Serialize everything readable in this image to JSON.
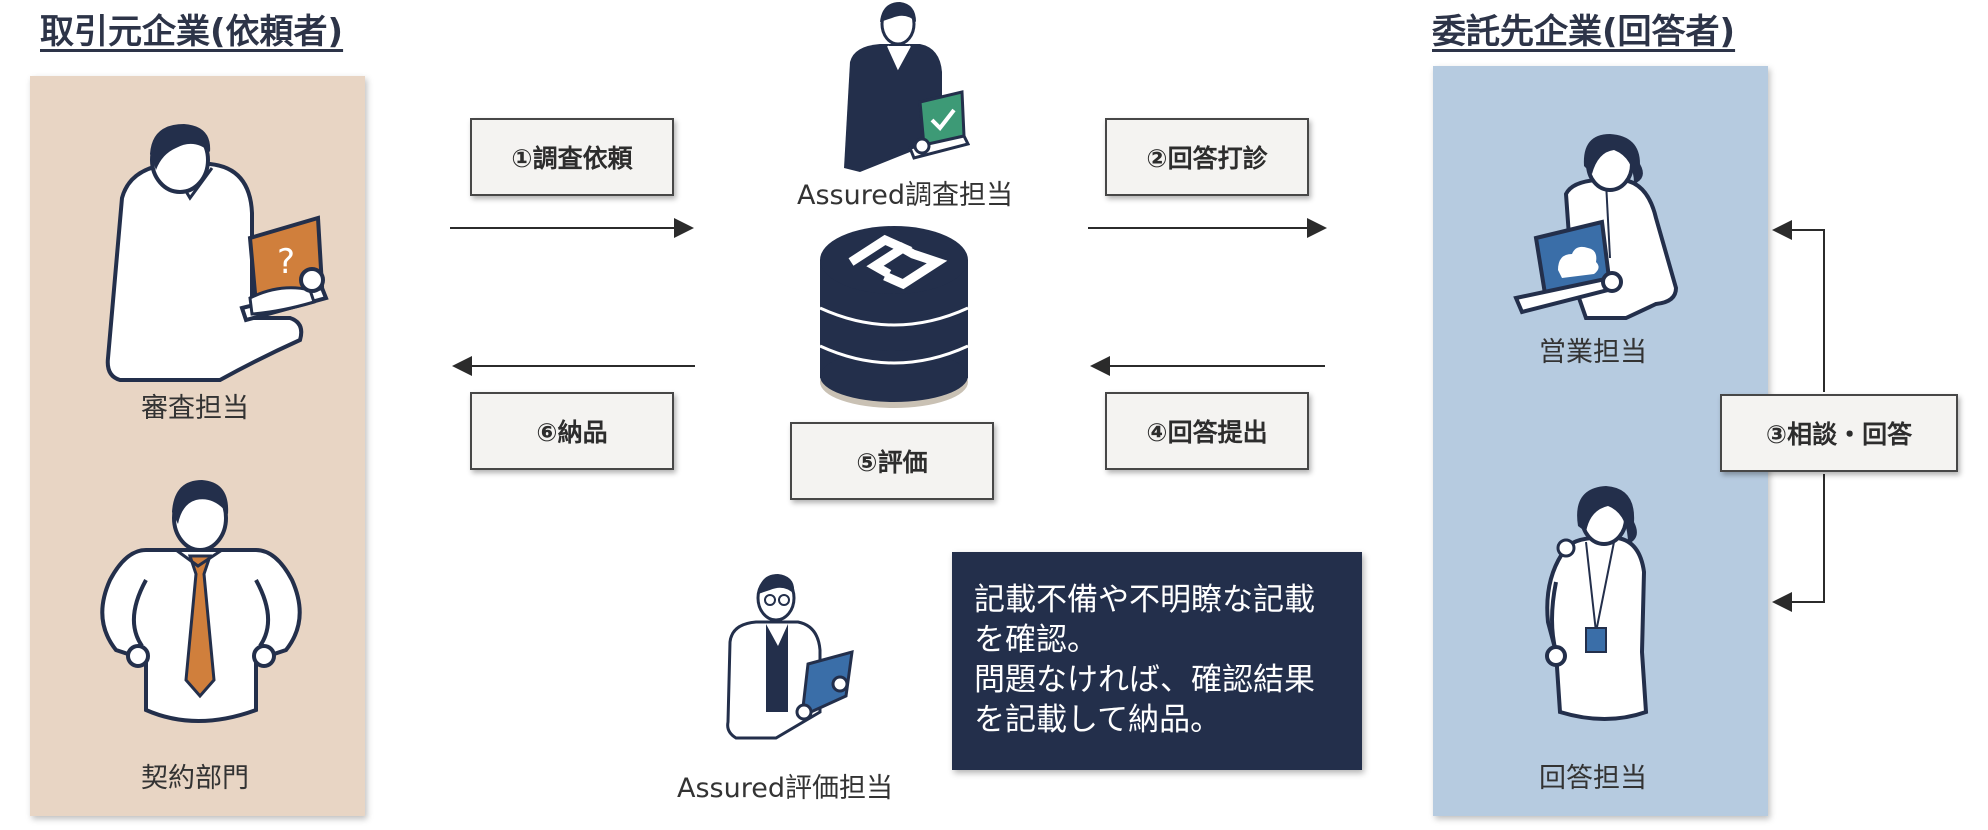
{
  "headings": {
    "client": "取引元企業(依頼者)",
    "contractor": "委託先企業(回答者)"
  },
  "people": {
    "reviewer": "審査担当",
    "contract_dept": "契約部門",
    "assured_investigator": "Assured調査担当",
    "assured_evaluator": "Assured評価担当",
    "sales": "営業担当",
    "responder": "回答担当"
  },
  "steps": {
    "s1": "①調査依頼",
    "s2": "②回答打診",
    "s3": "③相談・回答",
    "s4": "④回答提出",
    "s5": "⑤評価",
    "s6": "⑥納品"
  },
  "note": {
    "line1": "記載不備や不明瞭な記載",
    "line2": "を確認。",
    "line3": "問題なければ、確認結果",
    "line4": "を記載して納品。"
  },
  "icons": {
    "laptop_question": "?",
    "reviewer": "person-laptop-question-icon",
    "contract": "person-hands-on-hips-icon",
    "investigator": "person-laptop-check-icon",
    "database": "database-logo-icon",
    "evaluator": "person-clipboard-icon",
    "sales": "person-laptop-cloud-icon",
    "responder": "person-id-badge-icon"
  },
  "colors": {
    "navy": "#232f4b",
    "client_panel": "#e8d5c4",
    "contractor_panel": "#b6cbe0",
    "accent_orange": "#d07f3c",
    "accent_blue": "#3a6ea8",
    "accent_green": "#3d9a76"
  }
}
